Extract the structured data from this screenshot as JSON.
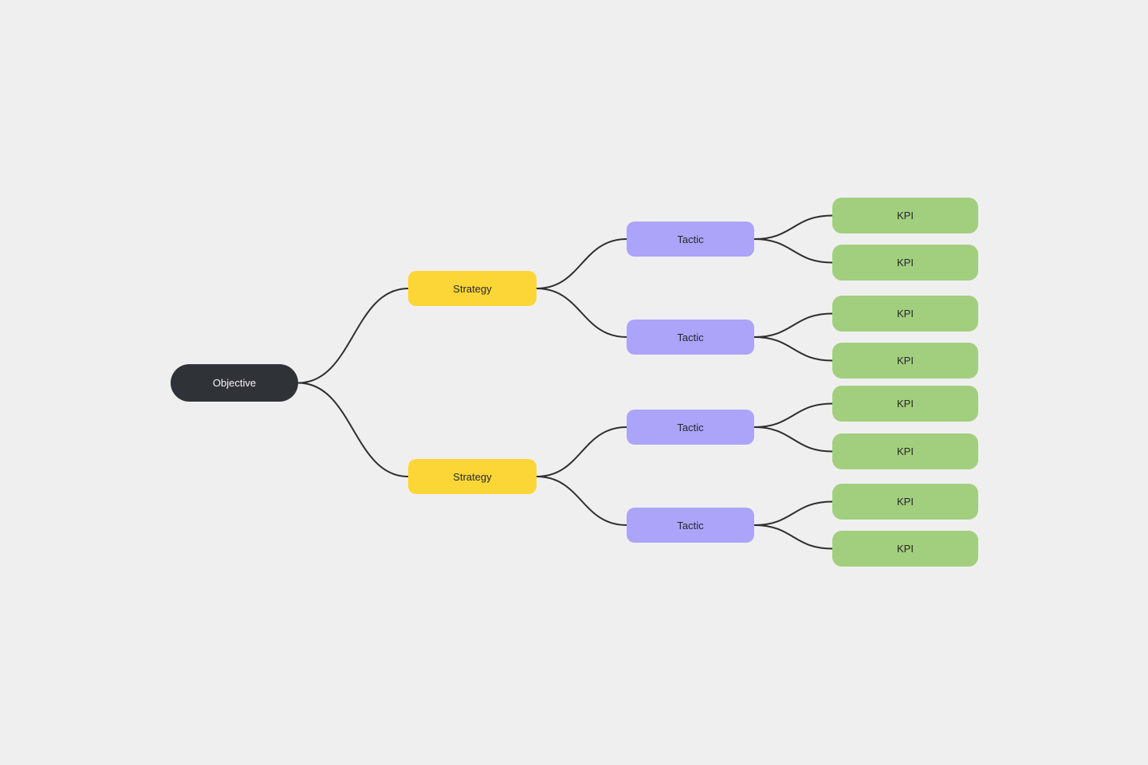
{
  "palette": {
    "canvas-bg": "#efeff0",
    "edge-stroke": "#2e2e2e",
    "objective-fill": "#2f3237",
    "objective-text": "#f5f6f7",
    "strategy-fill": "#fcd637",
    "tactic-fill": "#aba4f8",
    "kpi-fill": "#a2cf7e",
    "node-text": "#26282e"
  },
  "mindmap": {
    "objective": {
      "label": "Objective"
    },
    "strategies": [
      {
        "label": "Strategy",
        "tactics": [
          {
            "label": "Tactic",
            "kpis": [
              {
                "label": "KPI"
              },
              {
                "label": "KPI"
              }
            ]
          },
          {
            "label": "Tactic",
            "kpis": [
              {
                "label": "KPI"
              },
              {
                "label": "KPI"
              }
            ]
          }
        ]
      },
      {
        "label": "Strategy",
        "tactics": [
          {
            "label": "Tactic",
            "kpis": [
              {
                "label": "KPI"
              },
              {
                "label": "KPI"
              }
            ]
          },
          {
            "label": "Tactic",
            "kpis": [
              {
                "label": "KPI"
              },
              {
                "label": "KPI"
              }
            ]
          }
        ]
      }
    ]
  }
}
